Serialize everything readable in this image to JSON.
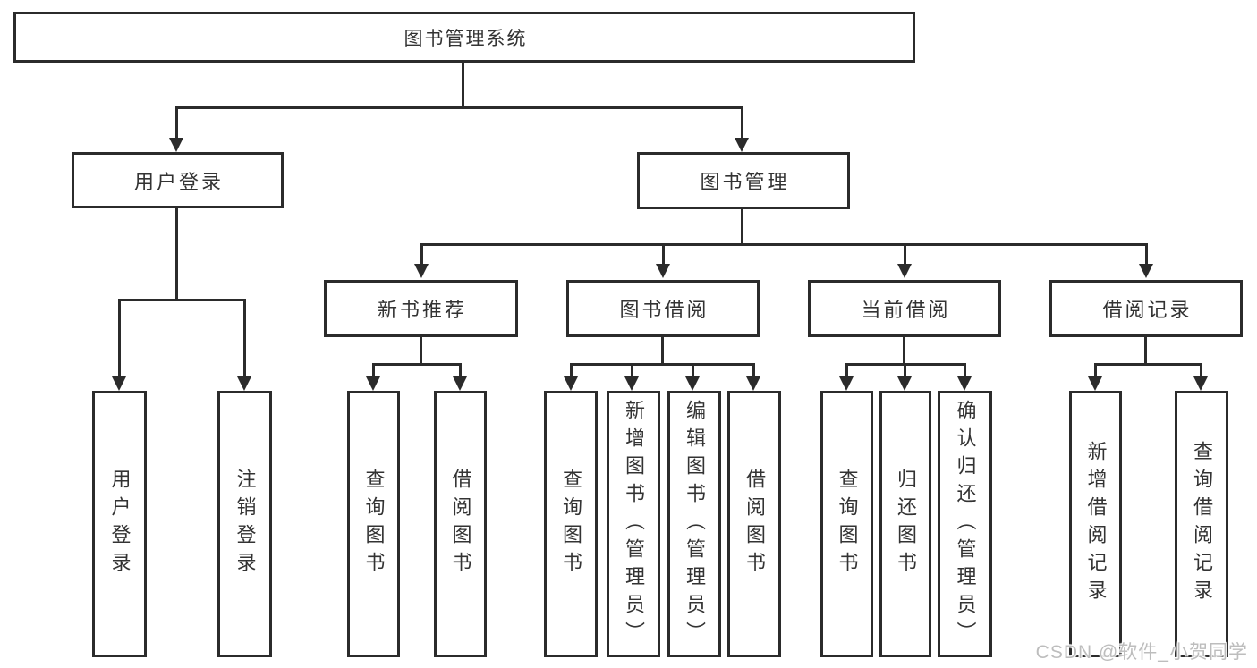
{
  "diagram": {
    "nodes": {
      "root": "图书管理系统",
      "userLogin": "用户登录",
      "bookMgmt": "图书管理",
      "newBook": "新书推荐",
      "bookBorrow": "图书借阅",
      "currentBorrow": "当前借阅",
      "borrowRecord": "借阅记录",
      "leafUserLogin": "用户登录",
      "leafLogout": "注销登录",
      "leafNbQuery": "查询图书",
      "leafNbBorrow": "借阅图书",
      "leafBbQuery": "查询图书",
      "leafBbAdd": "新增图书（管理员）",
      "leafBbEdit": "编辑图书（管理员）",
      "leafBbBorrow": "借阅图书",
      "leafCbQuery": "查询图书",
      "leafCbReturn": "归还图书",
      "leafCbConfirm": "确认归还（管理员）",
      "leafBrAdd": "新增借阅记录",
      "leafBrQuery": "查询借阅记录"
    },
    "watermark": "CSDN @软件_小贺同学",
    "colors": {
      "line": "#2b2b2b",
      "text": "#333333",
      "watermark": "#bdbdbd",
      "background": "#ffffff"
    }
  }
}
